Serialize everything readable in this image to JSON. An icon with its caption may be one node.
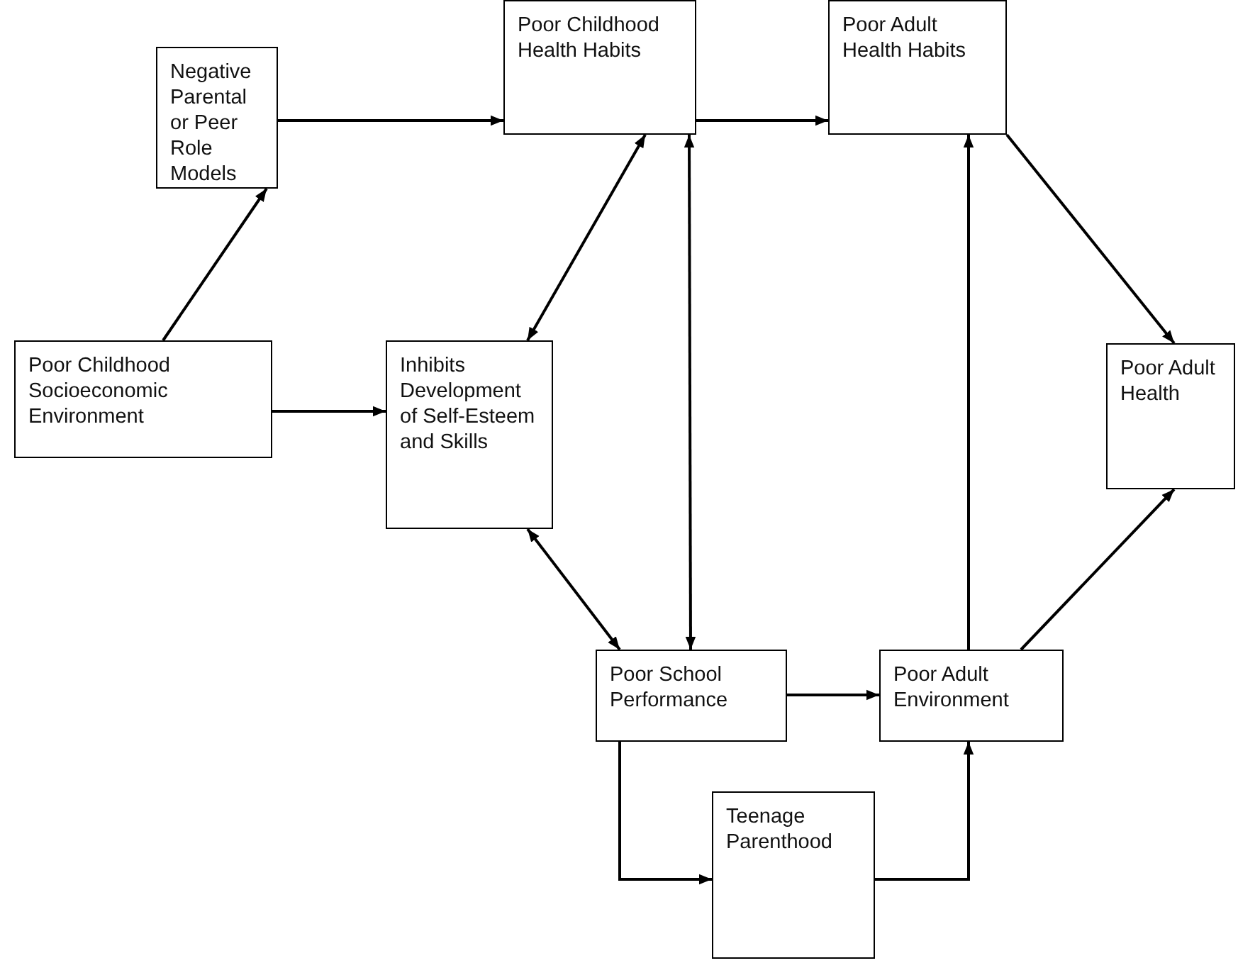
{
  "diagram": {
    "nodes": [
      {
        "text": [
          "Negative Parental or Peer Role Models"
        ]
      },
      {
        "text": [
          "Poor Childhood Health Habits"
        ]
      },
      {
        "text": [
          "Poor Adult Health Habits"
        ]
      },
      {
        "text": [
          "Poor Childhood Socioeconomic Environment"
        ]
      },
      {
        "text": [
          "Inhibits Development of Self-Esteem and Skills"
        ]
      },
      {
        "text": [
          "Poor Adult Health"
        ]
      },
      {
        "text": [
          "Poor School Performance"
        ]
      },
      {
        "text": [
          "Poor Adult Environment"
        ]
      },
      {
        "text": [
          "Teenage Parenthood"
        ]
      }
    ],
    "edges": [
      {
        "from": 3,
        "to": 0,
        "arrow": "to"
      },
      {
        "from": 0,
        "to": 1,
        "arrow": "to"
      },
      {
        "from": 1,
        "to": 2,
        "arrow": "to"
      },
      {
        "from": 1,
        "to": 4,
        "arrow": "both"
      },
      {
        "from": 1,
        "to": 6,
        "arrow": "both"
      },
      {
        "from": 3,
        "to": 4,
        "arrow": "to"
      },
      {
        "from": 4,
        "to": 6,
        "arrow": "both"
      },
      {
        "from": 6,
        "to": 7,
        "arrow": "to"
      },
      {
        "from": 6,
        "to": 8,
        "arrow": "to"
      },
      {
        "from": 8,
        "to": 7,
        "arrow": "to"
      },
      {
        "from": 7,
        "to": 2,
        "arrow": "to"
      },
      {
        "from": 2,
        "to": 5,
        "arrow": "to"
      },
      {
        "from": 7,
        "to": 5,
        "arrow": "to"
      }
    ]
  }
}
